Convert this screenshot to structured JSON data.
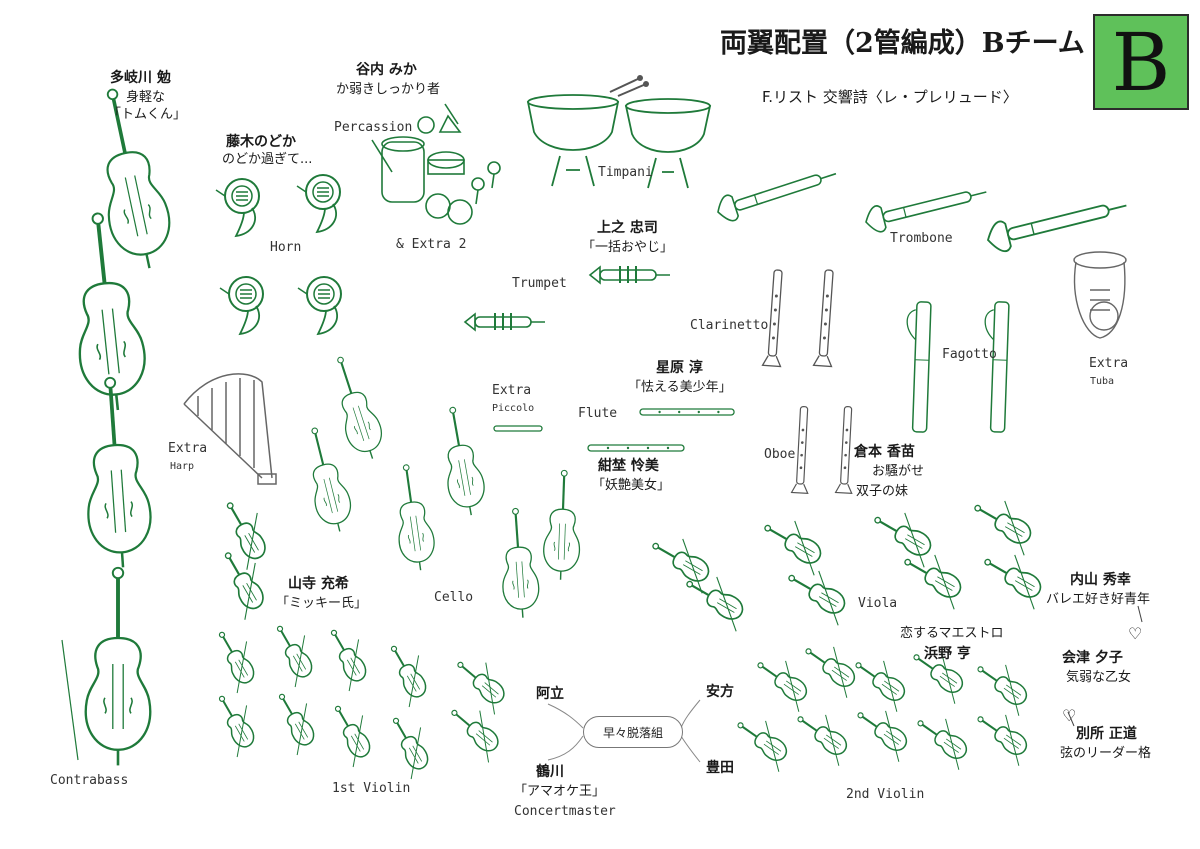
{
  "header": {
    "title": "両翼配置（2管編成）Bチーム",
    "subtitle": "F.リスト 交響詩〈レ・プレリュード〉",
    "team_badge": "B"
  },
  "colors": {
    "ink_green": "#1f7a3a",
    "ink_gray": "#555555",
    "badge_green": "#5fc15a"
  },
  "sections": {
    "contrabass": "Contrabass",
    "horn": "Horn",
    "percussion": "Percassion",
    "percussion_extra": "& Extra 2",
    "timpani": "Timpani",
    "trombone": "Trombone",
    "trumpet": "Trumpet",
    "clarinet": "Clarinetto",
    "fagotto": "Fagotto",
    "tuba_extra": "Extra",
    "tuba": "Tuba",
    "harp_extra": "Extra",
    "harp": "Harp",
    "piccolo_extra": "Extra",
    "piccolo": "Piccolo",
    "flute": "Flute",
    "oboe": "Oboe",
    "cello": "Cello",
    "viola": "Viola",
    "violin1": "1st Violin",
    "violin2": "2nd Violin",
    "concertmaster": "Concertmaster"
  },
  "members": {
    "takigawa_name": "多岐川 勉",
    "takigawa_note1": "身軽な",
    "takigawa_note2": "「トムくん」",
    "fujiki_name": "藤木のどか",
    "fujiki_note": "のどか過ぎて...",
    "taniuchi_name": "谷内 みか",
    "taniuchi_note": "か弱きしっかり者",
    "ueno_name": "上之 忠司",
    "ueno_note": "「一括おやじ」",
    "hoshihara_name": "星原 淳",
    "hoshihara_note": "「怯える美少年」",
    "konzumi_name": "紺埜 怜美",
    "konzumi_note": "「妖艶美女」",
    "kuramoto_name": "倉本 香苗",
    "kuramoto_note1": "お騒がせ",
    "kuramoto_note2": "双子の妹",
    "yamadera_name": "山寺 充希",
    "yamadera_note": "「ミッキー氏」",
    "uchiyama_name": "内山 秀幸",
    "uchiyama_note": "バレエ好き好青年",
    "hamano_note": "恋するマエストロ",
    "hamano_name": "浜野 亨",
    "aizu_name": "会津 夕子",
    "aizu_note": "気弱な乙女",
    "bessho_name": "別所 正道",
    "bessho_note": "弦のリーダー格",
    "tsurukawa_name": "鶴川",
    "tsurukawa_note": "「アマオケ王」",
    "adachi": "阿立",
    "yasukata": "安方",
    "toyota": "豊田",
    "group_center": "早々脱落組",
    "heart1": "♡",
    "heart2": "♡"
  }
}
